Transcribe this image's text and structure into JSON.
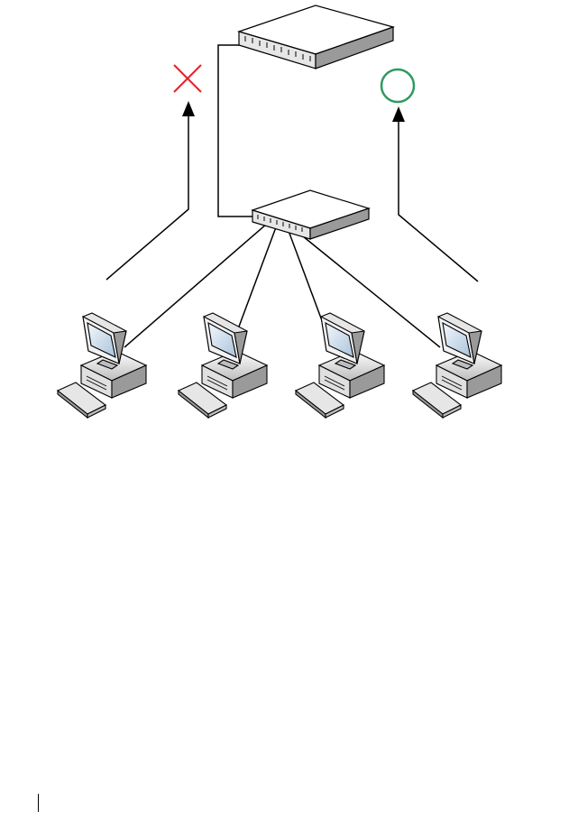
{
  "diagram": {
    "devices": [
      {
        "id": "upstream-switch",
        "kind": "switch",
        "name": "upstream-switch"
      },
      {
        "id": "access-switch",
        "kind": "switch",
        "name": "access-switch"
      },
      {
        "id": "pc-1",
        "kind": "workstation",
        "name": "workstation-1"
      },
      {
        "id": "pc-2",
        "kind": "workstation",
        "name": "workstation-2"
      },
      {
        "id": "pc-3",
        "kind": "workstation",
        "name": "workstation-3"
      },
      {
        "id": "pc-4",
        "kind": "workstation",
        "name": "workstation-4"
      }
    ],
    "links": [
      {
        "from": "access-switch",
        "to": "upstream-switch"
      },
      {
        "from": "access-switch",
        "to": "pc-1"
      },
      {
        "from": "access-switch",
        "to": "pc-2"
      },
      {
        "from": "access-switch",
        "to": "pc-3"
      },
      {
        "from": "access-switch",
        "to": "pc-4"
      }
    ],
    "markers": [
      {
        "name": "blocked-marker",
        "symbol": "cross",
        "color": "#e8202a"
      },
      {
        "name": "allowed-marker",
        "symbol": "circle",
        "color": "#2e9a5e"
      }
    ],
    "colors": {
      "line": "#000000",
      "switch_top": "#ffffff",
      "switch_front": "#e6e6e6",
      "monitor_screen": "#cfe0f0",
      "case": "#d9d9d9"
    }
  }
}
